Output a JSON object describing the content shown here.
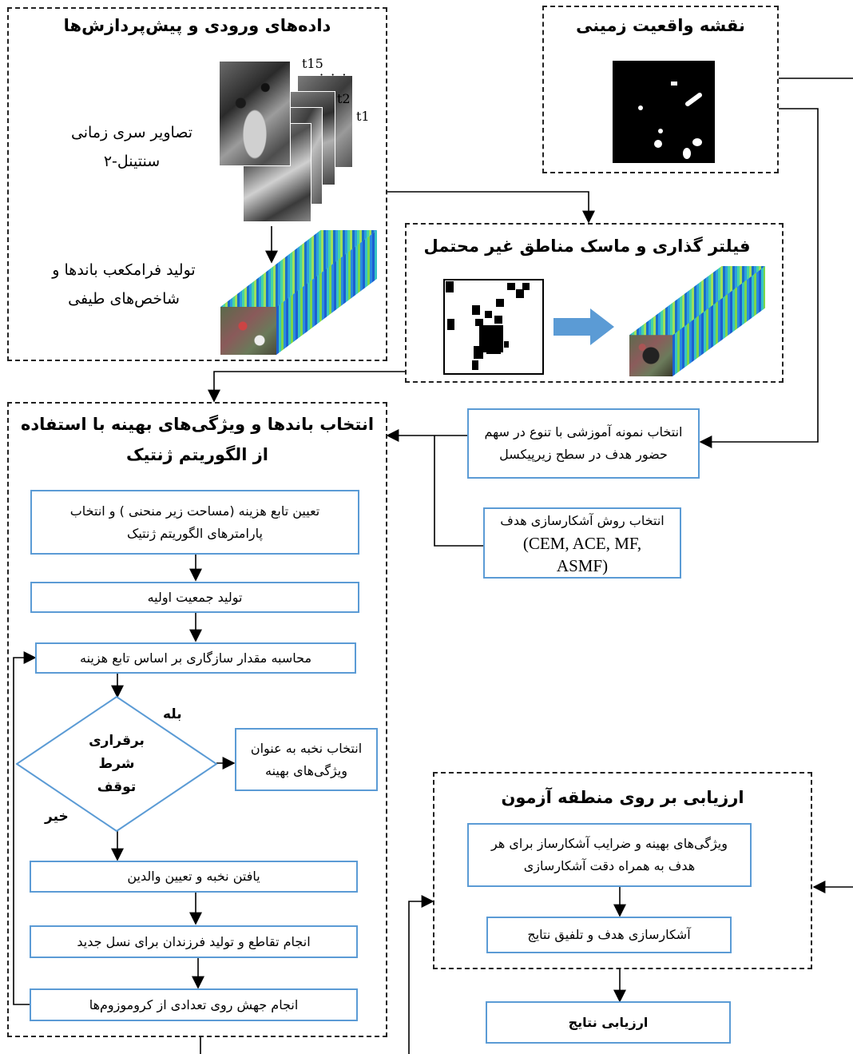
{
  "inputs": {
    "title": "داده‌های ورودی و پیش‌پردازش‌ها",
    "timeseries_label": "تصاویر سری زمانی سنتینل-۲",
    "cube_label": "تولید فرامکعب باندها و شاخص‌های طیفی",
    "t15": "t15",
    "t2": "t2",
    "t1": "t1"
  },
  "ground_truth": {
    "title": "نقشه واقعیت زمینی"
  },
  "filter": {
    "title": "فیلتر گذاری و ماسک مناطق غیر محتمل"
  },
  "selection": {
    "title": "انتخاب باندها و ویژگی‌های بهینه با استفاده از الگوریتم ژنتیک"
  },
  "training_sample": "انتخاب نمونه آموزشی با تنوع در سهم حضور هدف در سطح زیرپیکسل",
  "detection_method": {
    "line1": "انتخاب روش آشکارسازی هدف",
    "line2": "(CEM, ACE, MF,",
    "line3": "ASMF)"
  },
  "ga": {
    "cost_function": "تعیین تابع هزینه (مساحت زیر منحنی ) و انتخاب پارامترهای الگوریتم ژنتیک",
    "init_population": "تولید جمعیت اولیه",
    "fitness": "محاسبه مقدار سازگاری بر اساس تابع هزینه",
    "stop_condition": {
      "line1": "برقراری",
      "line2": "شرط",
      "line3": "توقف"
    },
    "yes": "بله",
    "no": "خیر",
    "elite_select": "انتخاب نخبه به عنوان ویژگی‌های بهینه",
    "find_elite": "یافتن نخبه و تعیین والدین",
    "crossover": "انجام تقاطع و تولید فرزندان برای نسل جدید",
    "mutation": "انجام جهش روی تعدادی از کروموزوم‌ها"
  },
  "evaluation": {
    "title": "ارزیابی بر روی منطقه آزمون",
    "optimal_features": "ویژگی‌های بهینه و ضرایب آشکارساز برای هر هدف به همراه دقت آشکارسازی",
    "fusion": "آشکارسازی هدف و تلفیق نتایج"
  },
  "results": "ارزیابی نتایج",
  "colors": {
    "box_border": "#5b9bd5",
    "arrow_fill": "#5b9bd5",
    "dashed_border": "#222222"
  }
}
